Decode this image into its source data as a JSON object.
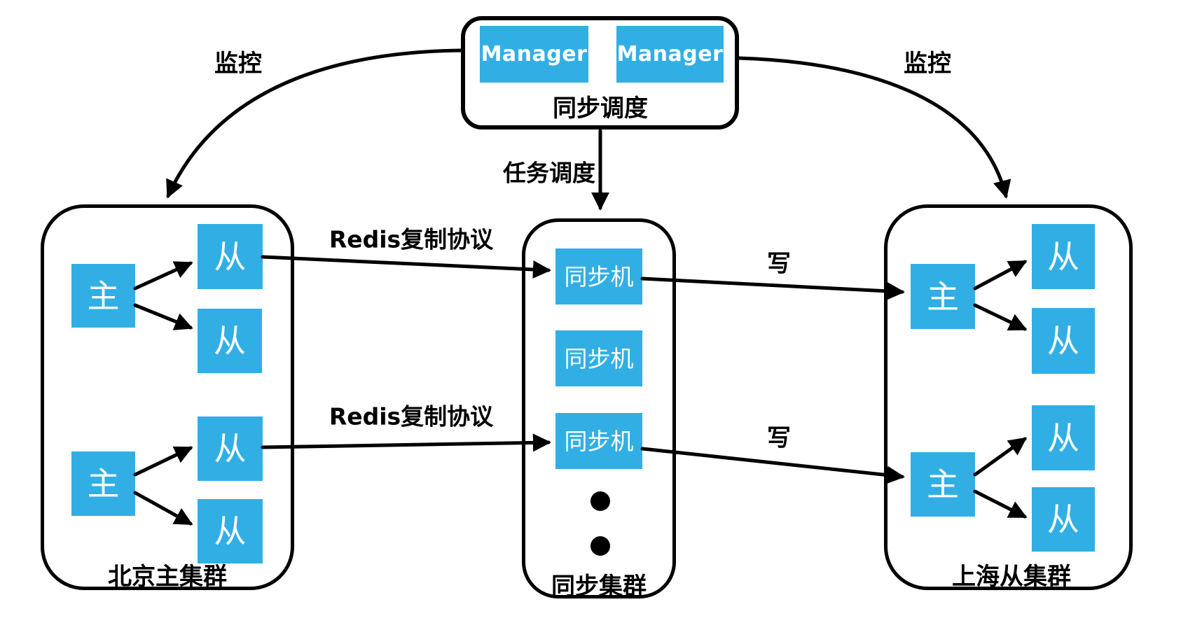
{
  "diagram": {
    "scheduler": {
      "managers": [
        "Manager",
        "Manager"
      ],
      "label": "同步调度"
    },
    "edges": {
      "monitor_left": "监控",
      "monitor_right": "监控",
      "task_scheduling": "任务调度",
      "redis_protocol_top": "Redis复制协议",
      "redis_protocol_bottom": "Redis复制协议",
      "write_top": "写",
      "write_bottom": "写"
    },
    "clusters": {
      "beijing": {
        "label": "北京主集群",
        "groups": [
          {
            "master": "主",
            "slaves": [
              "从",
              "从"
            ]
          },
          {
            "master": "主",
            "slaves": [
              "从",
              "从"
            ]
          }
        ]
      },
      "sync": {
        "label": "同步集群",
        "machines": [
          "同步机",
          "同步机",
          "同步机"
        ]
      },
      "shanghai": {
        "label": "上海从集群",
        "groups": [
          {
            "master": "主",
            "slaves": [
              "从",
              "从"
            ]
          },
          {
            "master": "主",
            "slaves": [
              "从",
              "从"
            ]
          }
        ]
      }
    },
    "colors": {
      "node_fill": "#31AFE4",
      "node_text": "#FFFFFF",
      "stroke": "#000000",
      "background": "#FFFFFF"
    }
  }
}
